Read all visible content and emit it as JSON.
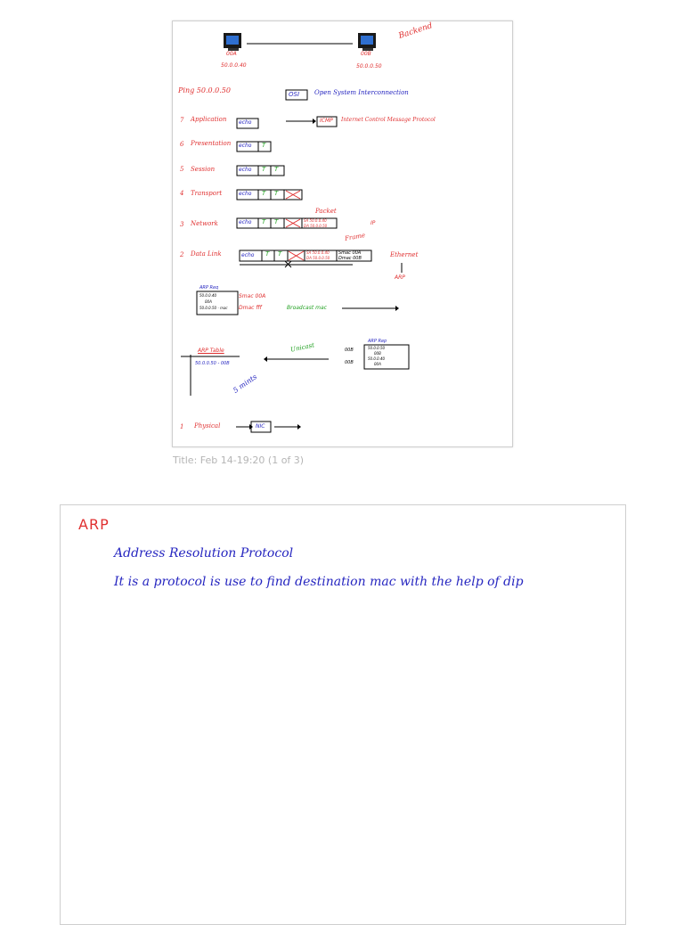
{
  "note_page_1": {
    "host_left": {
      "name": "00A",
      "ip": "50.0.0.40"
    },
    "host_right": {
      "name": "00B",
      "ip": "50.0.0.50"
    },
    "backend": "Backend",
    "ping": "Ping 50.0.0.50",
    "osi": "OSI",
    "osi_full": "Open System Interconnection",
    "layers": [
      {
        "num": "7",
        "name": "Application"
      },
      {
        "num": "6",
        "name": "Presentation"
      },
      {
        "num": "5",
        "name": "Session"
      },
      {
        "num": "4",
        "name": "Transport"
      },
      {
        "num": "3",
        "name": "Network"
      },
      {
        "num": "2",
        "name": "Data Link"
      },
      {
        "num": "1",
        "name": "Physical"
      }
    ],
    "echo": "echo",
    "t": "T",
    "icmp": "ICMP",
    "icmp_full": "Internet Control Message Protocol",
    "packet": "Packet",
    "frame": "Frame",
    "ip": "IP",
    "sip": "SA 50.0.0.40",
    "dip": "DA 50.0.0.50",
    "smac_small": "Smac 00A",
    "dmac_small": "Dmac 00B",
    "ethernet": "Ethernet",
    "arp": "ARP",
    "arp_req": {
      "title": "ARP Req",
      "lines": [
        "50.0.0.40",
        "00A",
        "50.0.0.50 - mac"
      ]
    },
    "smac": "Smac 00A",
    "dmac": "Dmac fff",
    "broadcast": "Broadcast mac",
    "arp_table": {
      "title": "ARP Table",
      "entry": "50.0.0.50 - 00B"
    },
    "unicast": "Unicast",
    "arp_rep": {
      "title": "ARP Rep",
      "lines": [
        "50.0.0.50",
        "00B",
        "50.0.0.40",
        "00A"
      ]
    },
    "arp_rep_labels": [
      "00B",
      "00B"
    ],
    "five_mints": "5 mints",
    "nic": "NIC"
  },
  "caption": "Title: Feb 14-19:20 (1 of 3)",
  "note_page_2": {
    "heading": "ARP",
    "line1": "Address Resolution Protocol",
    "line2": "It is a protocol is use to find destination mac with the help of dip"
  }
}
